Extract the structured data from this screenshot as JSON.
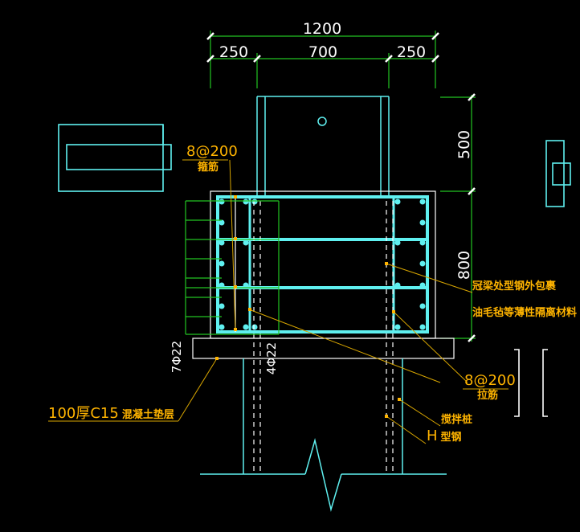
{
  "colors": {
    "background": "#000000",
    "cyan": "#5ff0f0",
    "green": "#22c422",
    "white": "#ffffff",
    "yellow": "#ffb400",
    "leader": "#d6a400"
  },
  "dimensions": {
    "total_width": "1200",
    "left_width": "250",
    "middle_width": "700",
    "right_width": "250",
    "upper_height": "500",
    "lower_height": "800"
  },
  "labels": {
    "stirrup_spacing": "8@200",
    "stirrup_name": "箍筋",
    "rebar_left": "7Φ22",
    "rebar_mid": "4Φ22",
    "tie_spacing": "8@200",
    "tie_name": "拉筋",
    "wrap_note_1": "冠梁处型钢外包裹",
    "wrap_note_2": "油毛毡等薄性隔离材料",
    "cushion_note_prefix": "100厚C15",
    "cushion_note_suffix": "混凝土垫层",
    "mixing_pile": "搅拌桩",
    "h_steel_prefix": "H",
    "h_steel_suffix": "型钢"
  }
}
